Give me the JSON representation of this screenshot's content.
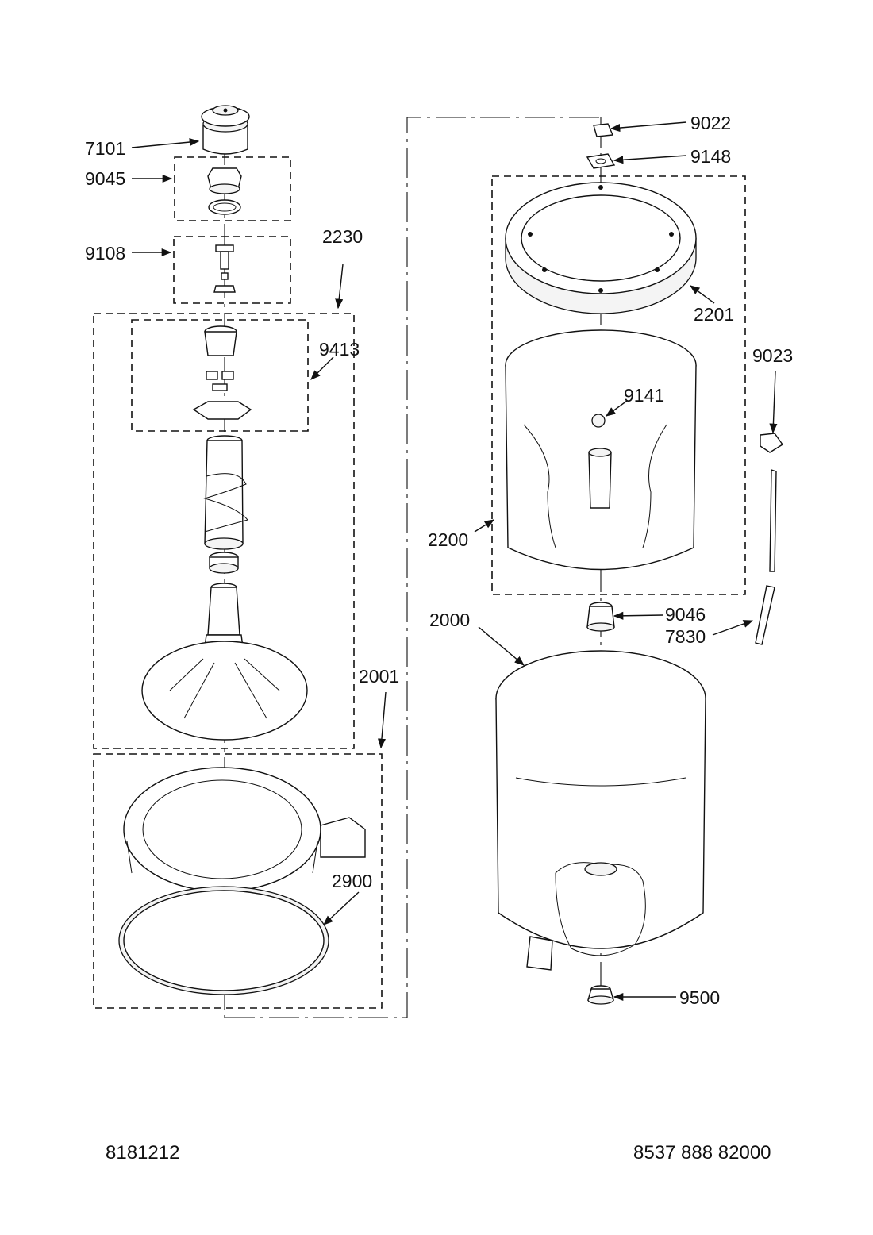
{
  "diagram": {
    "callouts": {
      "c7101": "7101",
      "c9045": "9045",
      "c9108": "9108",
      "c2230": "2230",
      "c9413": "9413",
      "c2001": "2001",
      "c2900": "2900",
      "c9022": "9022",
      "c9148": "9148",
      "c2201": "2201",
      "c9023": "9023",
      "c9141": "9141",
      "c2200": "2200",
      "c2000": "2000",
      "c9046": "9046",
      "c7830": "7830",
      "c9500": "9500"
    }
  },
  "footer": {
    "left_code": "8181212",
    "right_code": "8537 888 82000"
  }
}
